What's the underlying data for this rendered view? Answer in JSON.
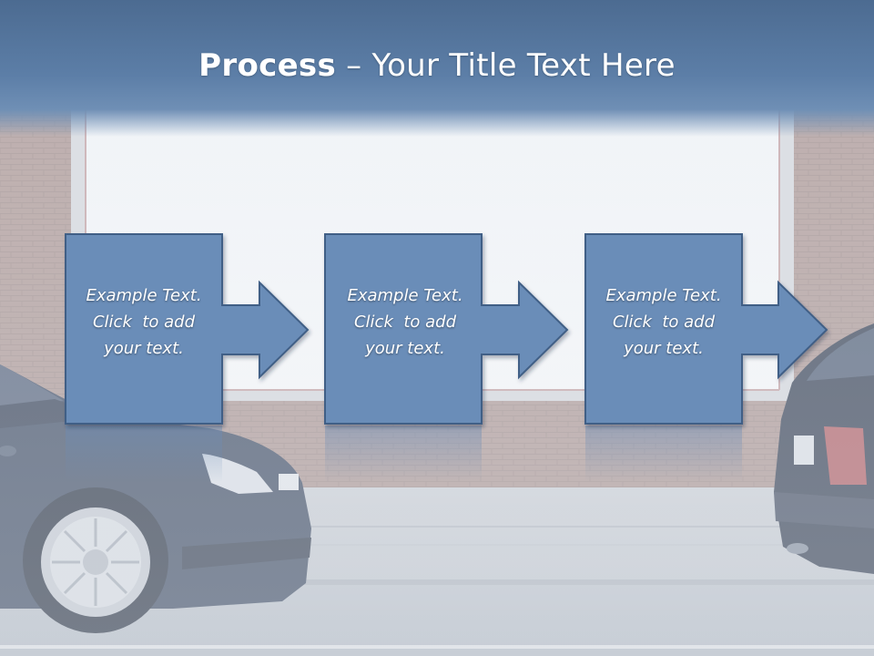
{
  "slide": {
    "title_bold": "Process",
    "title_rest": " – Your Title Text Here"
  },
  "steps": [
    {
      "lines": [
        "Example Text.",
        "Click  to add",
        "your text."
      ]
    },
    {
      "lines": [
        "Example Text.",
        "Click  to add",
        "your text."
      ]
    },
    {
      "lines": [
        "Example Text.",
        "Click  to add",
        "your text."
      ]
    }
  ],
  "colors": {
    "title_bar": "#5b7ba4",
    "shape_fill": "#6b8db8",
    "shape_stroke": "#405f86",
    "text": "#ffffff"
  }
}
